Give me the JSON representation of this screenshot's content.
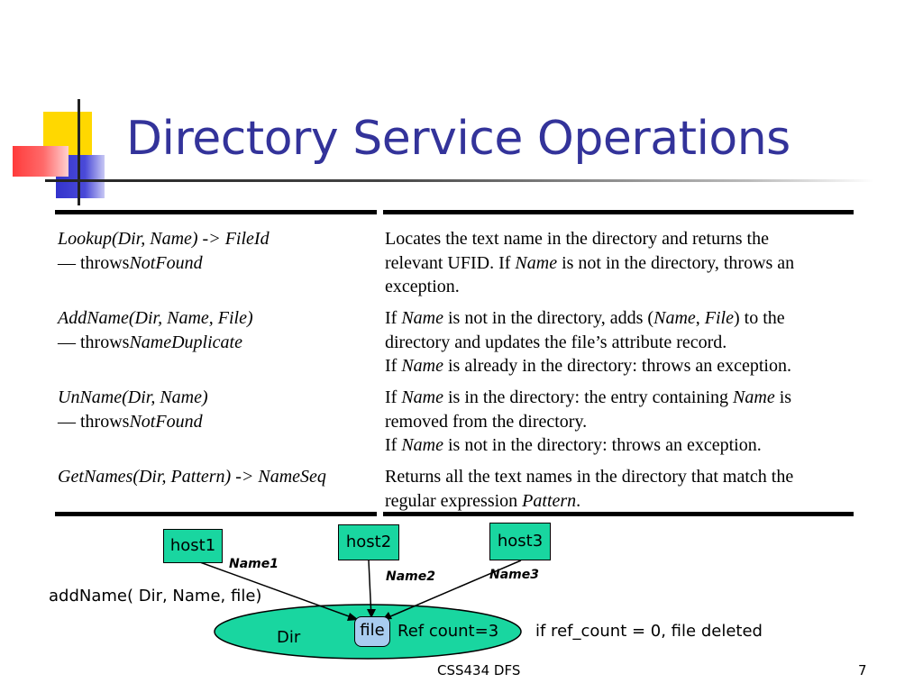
{
  "slide": {
    "title": "Directory Service Operations",
    "footer_center": "CSS434 DFS",
    "page_number": "7"
  },
  "operations": [
    {
      "signature": "Lookup(Dir, Name) -> FileId",
      "throws_prefix": "— throws",
      "throws_name": "NotFound",
      "description_lines": [
        [
          "Locates the text name in the directory and returns the"
        ],
        [
          "relevant UFID. If ",
          {
            "i": "Name"
          },
          " is not in the directory, throws an"
        ],
        [
          "exception."
        ]
      ]
    },
    {
      "signature": "AddName(Dir, Name, File)",
      "throws_prefix": "— throws",
      "throws_name": "NameDuplicate",
      "description_lines": [
        [
          "If ",
          {
            "i": "Name"
          },
          " is not in the directory, adds (",
          {
            "i": "Name"
          },
          ", ",
          {
            "i": "File"
          },
          ") to the"
        ],
        [
          "directory and updates the file’s attribute record."
        ],
        [
          "If ",
          {
            "i": "Name"
          },
          " is already in the directory: throws an exception."
        ]
      ]
    },
    {
      "signature": "UnName(Dir, Name)",
      "throws_prefix": "— throws",
      "throws_name": "NotFound",
      "description_lines": [
        [
          "If ",
          {
            "i": "Name"
          },
          " is in the directory: the entry containing ",
          {
            "i": "Name"
          },
          " is"
        ],
        [
          "removed from the directory."
        ],
        [
          "If ",
          {
            "i": "Name"
          },
          " is not in the directory: throws an exception."
        ]
      ]
    },
    {
      "signature": "GetNames(Dir, Pattern) -> NameSeq",
      "throws_prefix": "",
      "throws_name": "",
      "description_lines": [
        [
          "Returns all the text names in the directory that match the"
        ],
        [
          "regular expression ",
          {
            "i": "Pattern"
          },
          "."
        ]
      ]
    }
  ],
  "diagram": {
    "hosts": [
      "host1",
      "host2",
      "host3"
    ],
    "links": [
      "Name1",
      "Name2",
      "Name3"
    ],
    "call_text": "addName( Dir, Name, file)",
    "dir_label": "Dir",
    "file_label": "file",
    "ref_count_text": "Ref count=3",
    "note": "if ref_count = 0, file deleted"
  },
  "colors": {
    "title": "#33339a",
    "host_fill": "#19d6a0",
    "dir_fill": "#19d6a0",
    "file_fill": "#a8ccf0"
  }
}
